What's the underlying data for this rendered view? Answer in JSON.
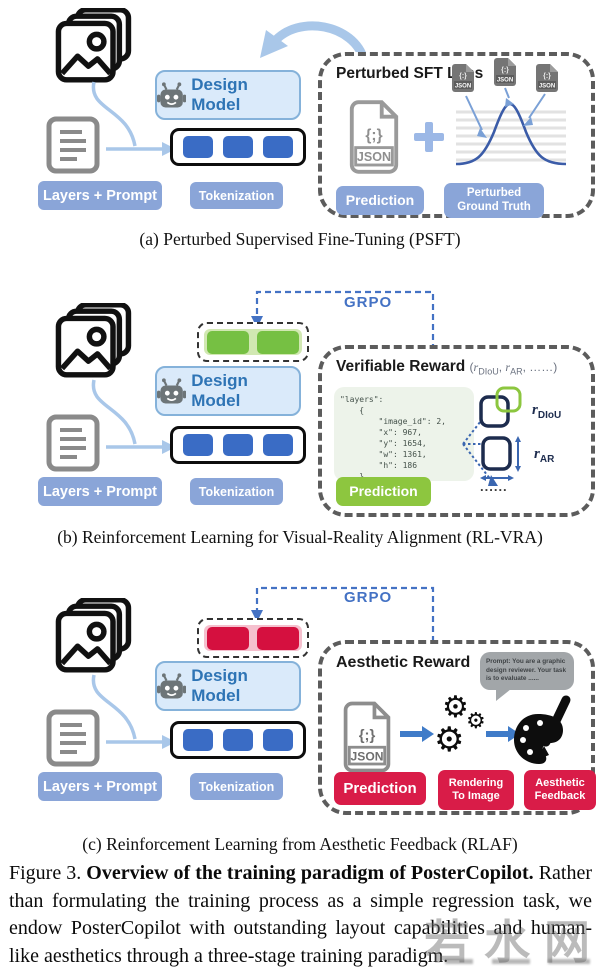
{
  "colors": {
    "token_blue": "#3a6cc5",
    "token_green": "#76c043",
    "token_red": "#d5103f",
    "pill_blue": "#8aa5d8",
    "design_text_blue": "#2e74b5",
    "grpo_blue": "#4472c4",
    "green_button": "#8dc63f",
    "red_button": "#d91c48",
    "arrow_light_blue": "#a9c7e9"
  },
  "panel_a": {
    "design_model": "Design Model",
    "layers_prompt": "Layers + Prompt",
    "tokenization": "Tokenization",
    "loss_box": {
      "title": "Perturbed SFT Loss",
      "json_braces": "{;}",
      "json_label": "JSON",
      "mini_braces": "{:}",
      "mini_label": "JSON",
      "prediction": "Prediction",
      "ground_truth_line1": "Perturbed",
      "ground_truth_line2": "Ground Truth"
    },
    "caption": "(a) Perturbed Supervised Fine-Tuning (PSFT)"
  },
  "panel_b": {
    "design_model": "Design Model",
    "layers_prompt": "Layers + Prompt",
    "tokenization": "Tokenization",
    "grpo": "GRPO",
    "reward_box": {
      "title": "Verifiable Reward",
      "args_open": "(",
      "r1": "r",
      "r1_sub": "DIoU",
      "comma1": ", ",
      "r2": "r",
      "r2_sub": "AR",
      "comma2": ", ",
      "args_dots": "……",
      "args_close": ")",
      "code_lines": [
        "\"layers\":",
        "    {",
        "        \"image_id\": 2,",
        "        \"x\": 967,",
        "        \"y\": 1654,",
        "        \"w\": 1361,",
        "        \"h\": 186",
        "    }"
      ],
      "prediction": "Prediction",
      "diou_r": "r",
      "diou_sub": "DIoU",
      "ar_r": "r",
      "ar_sub": "AR",
      "ellipsis": "......"
    },
    "caption": "(b) Reinforcement Learning for Visual-Reality Alignment (RL-VRA)"
  },
  "panel_c": {
    "design_model": "Design Model",
    "layers_prompt": "Layers + Prompt",
    "tokenization": "Tokenization",
    "grpo": "GRPO",
    "reward_box": {
      "title": "Aesthetic Reward",
      "bubble_text": "Prompt: You are a graphic design reviewer. Your task is to evaluate ......",
      "json_braces": "{;}",
      "json_label": "JSON",
      "prediction": "Prediction",
      "rendering_line1": "Rendering",
      "rendering_line2": "To Image",
      "feedback_line1": "Aesthetic",
      "feedback_line2": "Feedback"
    },
    "caption": "(c) Reinforcement Learning from Aesthetic Feedback (RLAF)"
  },
  "figure_caption": {
    "prefix": "Figure 3. ",
    "bold": "Overview of the training paradigm of PosterCopilot.",
    "body": " Rather than formulating the training process as a simple regression task, we endow PosterCopilot with outstanding layout capabilities and human-like aesthetics through a three-stage training paradigm."
  },
  "watermark": {
    "text": "若水网"
  }
}
